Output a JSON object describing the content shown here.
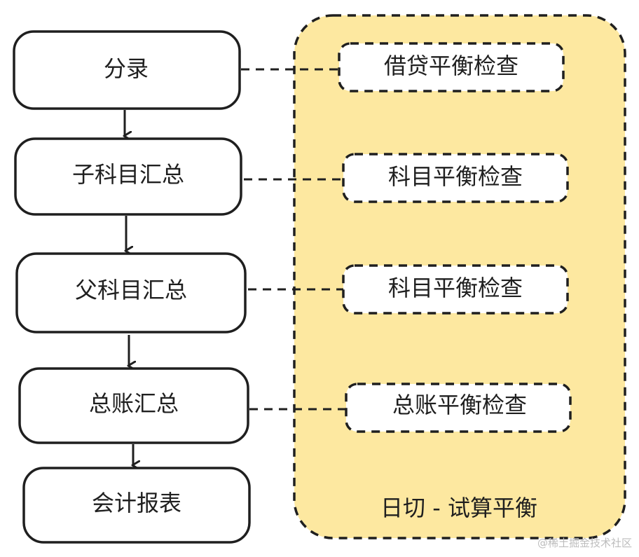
{
  "flow": {
    "steps": [
      {
        "label": "分录"
      },
      {
        "label": "子科目汇总"
      },
      {
        "label": "父科目汇总"
      },
      {
        "label": "总账汇总"
      },
      {
        "label": "会计报表"
      }
    ]
  },
  "checks": [
    {
      "label": "借贷平衡检查"
    },
    {
      "label": "科目平衡检查"
    },
    {
      "label": "科目平衡检查"
    },
    {
      "label": "总账平衡检查"
    }
  ],
  "group": {
    "label": "日切 - 试算平衡",
    "fill_color": "#fde8a0"
  },
  "watermark": "@稀土掘金技术社区"
}
